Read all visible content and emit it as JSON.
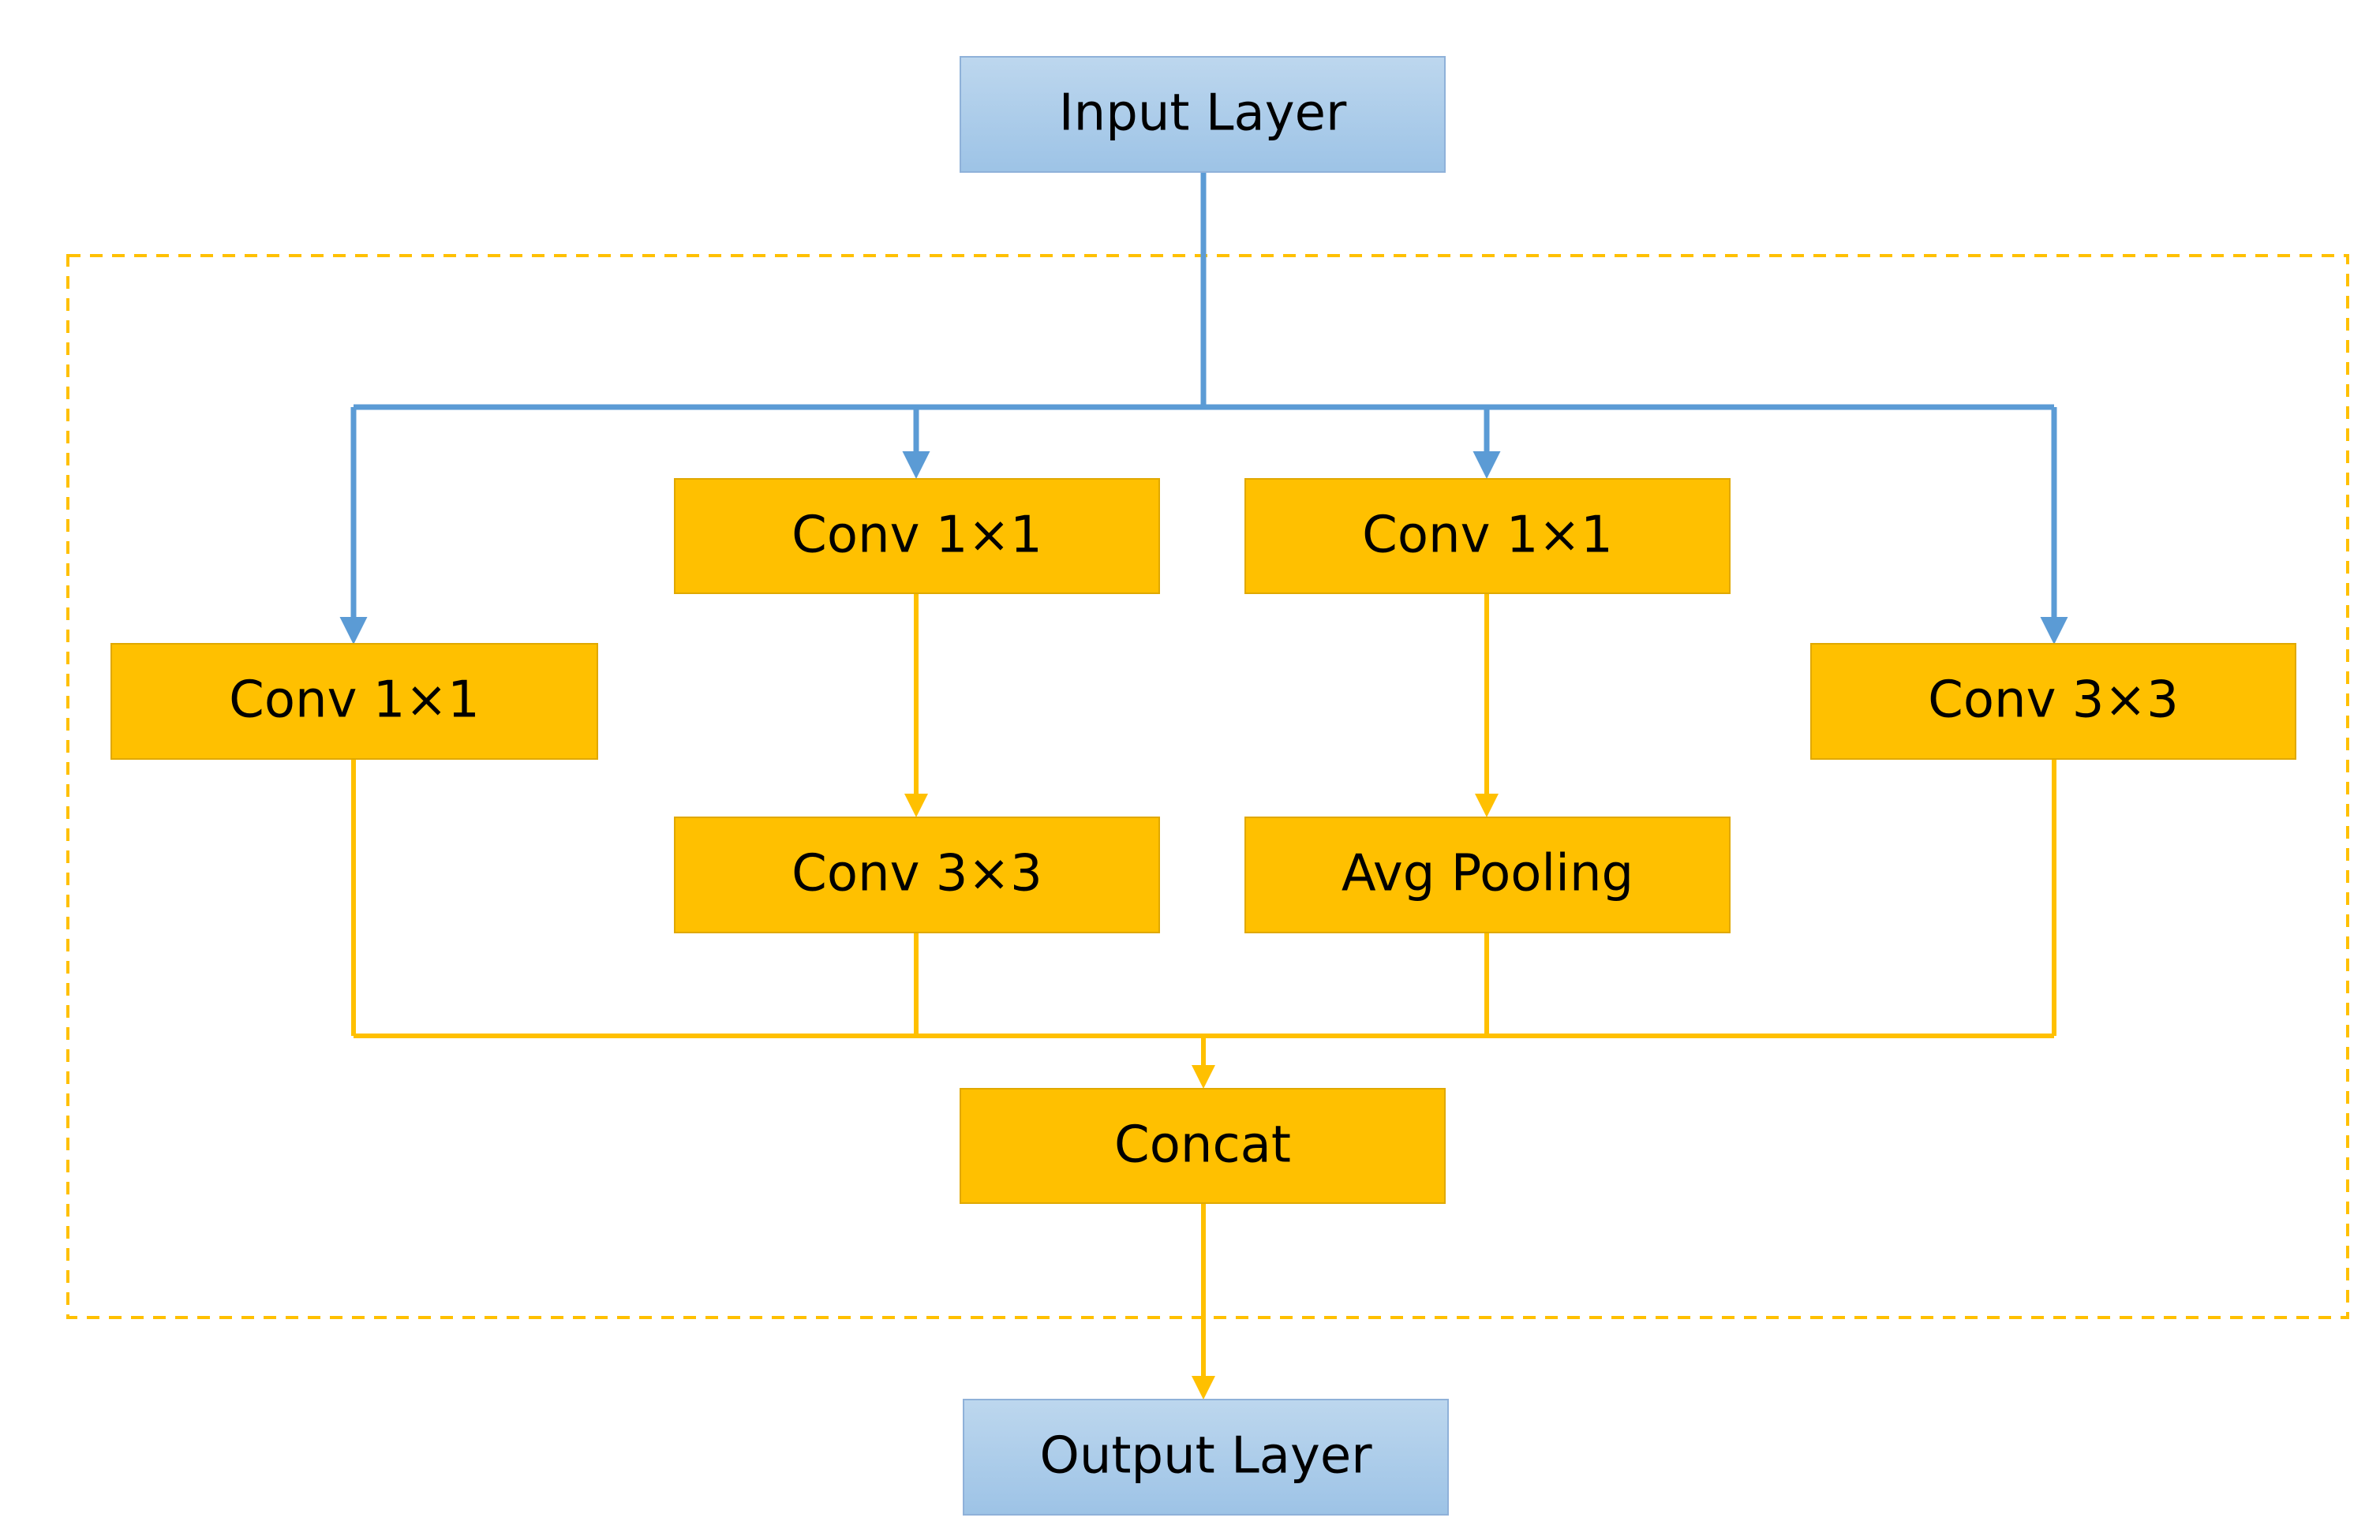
{
  "diagram": {
    "nodes": {
      "input": {
        "label": "Input Layer"
      },
      "conv_a": {
        "label": "Conv 1×1"
      },
      "conv_b1": {
        "label": "Conv 1×1"
      },
      "conv_b2": {
        "label": "Conv 3×3"
      },
      "conv_c1": {
        "label": "Conv 1×1"
      },
      "pool_c2": {
        "label": "Avg Pooling"
      },
      "conv_d": {
        "label": "Conv 3×3"
      },
      "concat": {
        "label": "Concat"
      },
      "output": {
        "label": "Output Layer"
      }
    },
    "colors": {
      "io_fill_top": "#BDD7EE",
      "io_fill_bottom": "#9DC3E6",
      "io_stroke": "#8FB1D9",
      "block_fill": "#FFC000",
      "block_stroke": "#E0A800",
      "blue_line": "#5B9BD5",
      "orange_line": "#FFC000",
      "dashed_border": "#FFC000"
    }
  }
}
